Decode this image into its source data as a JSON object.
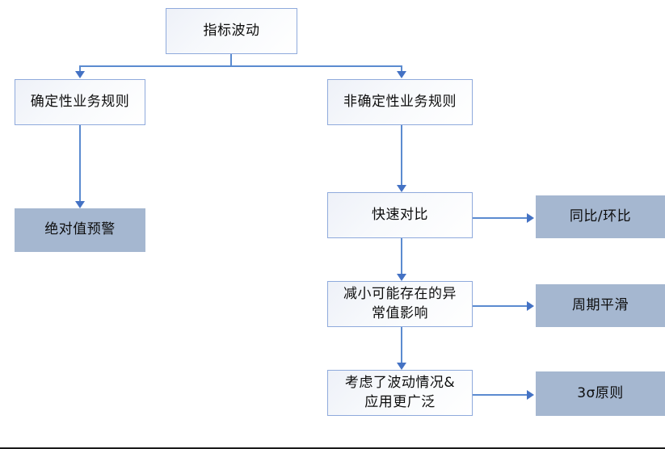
{
  "diagram": {
    "type": "flowchart",
    "title": "指标波动",
    "orientation": "top-down",
    "colors": {
      "outline_border": "#8faadc",
      "outline_fill": "#f7f9fc",
      "filled_fill": "#a5b7d0",
      "connector": "#5b8bd0",
      "arrowhead": "#4472c4",
      "text": "#0d0d0d"
    },
    "nodes": {
      "root": "指标波动",
      "branch_left": "确定性业务规则",
      "branch_right": "非确定性业务规则",
      "left_result": "绝对值预警",
      "right_step_1": "快速对比",
      "right_step_2": "减小可能存在的异\n常值影响",
      "right_step_3": "考虑了波动情况&\n应用更广泛",
      "right_method_1": "同比/环比",
      "right_method_2": "周期平滑",
      "right_method_3": "3σ原则"
    },
    "edges": [
      {
        "from": "指标波动",
        "to": "确定性业务规则",
        "style": "elbow-arrow"
      },
      {
        "from": "指标波动",
        "to": "非确定性业务规则",
        "style": "elbow-arrow"
      },
      {
        "from": "确定性业务规则",
        "to": "绝对值预警",
        "style": "straight-arrow"
      },
      {
        "from": "非确定性业务规则",
        "to": "快速对比",
        "style": "straight-arrow"
      },
      {
        "from": "快速对比",
        "to": "减小可能存在的异常值影响",
        "style": "straight-arrow"
      },
      {
        "from": "减小可能存在的异常值影响",
        "to": "考虑了波动情况&应用更广泛",
        "style": "straight-arrow"
      },
      {
        "from": "快速对比",
        "to": "同比/环比",
        "style": "straight-arrow-right"
      },
      {
        "from": "减小可能存在的异常值影响",
        "to": "周期平滑",
        "style": "straight-arrow-right"
      },
      {
        "from": "考虑了波动情况&应用更广泛",
        "to": "3σ原则",
        "style": "straight-arrow-right"
      }
    ]
  }
}
